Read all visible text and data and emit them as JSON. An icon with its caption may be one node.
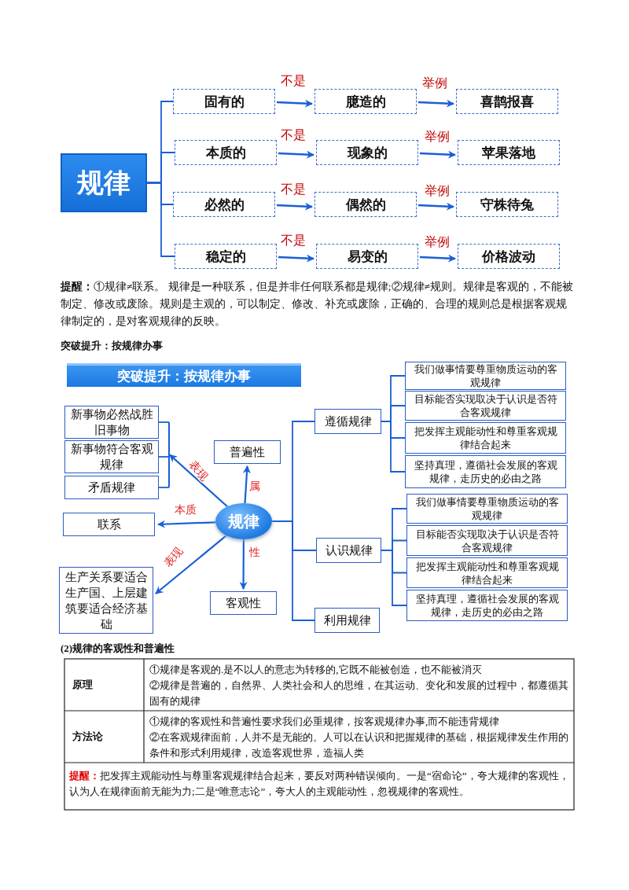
{
  "diagram": {
    "nodes": [
      {
        "text": [
          "规律"
        ]
      },
      {
        "text": [
          "固有的"
        ]
      },
      {
        "text": [
          "臆造的"
        ]
      },
      {
        "text": [
          "喜鹊报喜"
        ]
      },
      {
        "text": [
          "本质的"
        ]
      },
      {
        "text": [
          "现象的"
        ]
      },
      {
        "text": [
          "苹果落地"
        ]
      },
      {
        "text": [
          "必然的"
        ]
      },
      {
        "text": [
          "偶然的"
        ]
      },
      {
        "text": [
          "守株待兔"
        ]
      },
      {
        "text": [
          "稳定的"
        ]
      },
      {
        "text": [
          "易变的"
        ]
      },
      {
        "text": [
          "价格波动"
        ]
      },
      {
        "text": [
          "突破提升：按规律办事"
        ]
      },
      {
        "text": [
          "规律"
        ]
      },
      {
        "text": [
          "新事物必然战胜旧事物"
        ]
      },
      {
        "text": [
          "新事物符合客观规律"
        ]
      },
      {
        "text": [
          "矛盾规律"
        ]
      },
      {
        "text": [
          "联系"
        ]
      },
      {
        "text": [
          "生产关系要适合生产国、上层建筑要适合经济基础"
        ]
      },
      {
        "text": [
          "普遍性"
        ]
      },
      {
        "text": [
          "客观性"
        ]
      },
      {
        "text": [
          "遵循规律"
        ]
      },
      {
        "text": [
          "我们做事情要尊重物质运动的客观规律"
        ]
      },
      {
        "text": [
          "目标能否实现取决于认识是否符合客观规律"
        ]
      },
      {
        "text": [
          "把发挥主观能动性和尊重客观规律结合起来"
        ]
      },
      {
        "text": [
          "坚持真理，遵循社会发展的客观规律，走历史的必由之路"
        ]
      },
      {
        "text": [
          "认识规律"
        ]
      },
      {
        "text": [
          "我们做事情要尊重物质运动的客观规律"
        ]
      },
      {
        "text": [
          "目标能否实现取决于认识是否符合客观规律"
        ]
      },
      {
        "text": [
          "把发挥主观能动性和尊重客观规律结合起来"
        ]
      },
      {
        "text": [
          "坚持真理，遵循社会发展的客观规律，走历史的必由之路"
        ]
      },
      {
        "text": [
          "利用规律"
        ]
      },
      {
        "text": [],
        "shape": "bar"
      }
    ],
    "edges": [
      {
        "from": 0,
        "to": 1,
        "arrow": "none"
      },
      {
        "from": 0,
        "to": 4,
        "arrow": "none"
      },
      {
        "from": 0,
        "to": 7,
        "arrow": "none"
      },
      {
        "from": 0,
        "to": 10,
        "arrow": "none"
      },
      {
        "from": 1,
        "to": 2,
        "arrow": "to",
        "label": "不是"
      },
      {
        "from": 2,
        "to": 3,
        "arrow": "to",
        "label": "举例"
      },
      {
        "from": 4,
        "to": 5,
        "arrow": "to",
        "label": "不是"
      },
      {
        "from": 5,
        "to": 6,
        "arrow": "to",
        "label": "举例"
      },
      {
        "from": 7,
        "to": 8,
        "arrow": "to",
        "label": "不是"
      },
      {
        "from": 8,
        "to": 9,
        "arrow": "to",
        "label": "举例"
      },
      {
        "from": 10,
        "to": 11,
        "arrow": "to",
        "label": "不是"
      },
      {
        "from": 11,
        "to": 12,
        "arrow": "to",
        "label": "举例"
      },
      {
        "from": 14,
        "to": 33,
        "arrow": "to",
        "label": "表现"
      },
      {
        "from": 33,
        "to": 15,
        "arrow": "none"
      },
      {
        "from": 33,
        "to": 16,
        "arrow": "none"
      },
      {
        "from": 14,
        "to": 18,
        "arrow": "to",
        "label": "本质"
      },
      {
        "from": 14,
        "to": 19,
        "arrow": "to",
        "label": "表现"
      },
      {
        "from": 14,
        "to": 20,
        "arrow": "to",
        "label": "属"
      },
      {
        "from": 14,
        "to": 21,
        "arrow": "to",
        "label": "性"
      },
      {
        "from": 14,
        "to": 22,
        "arrow": "none"
      },
      {
        "from": 14,
        "to": 27,
        "arrow": "none"
      },
      {
        "from": 14,
        "to": 32,
        "arrow": "none"
      },
      {
        "from": 22,
        "to": 23,
        "arrow": "none"
      },
      {
        "from": 22,
        "to": 24,
        "arrow": "none"
      },
      {
        "from": 22,
        "to": 25,
        "arrow": "none"
      },
      {
        "from": 22,
        "to": 26,
        "arrow": "none"
      },
      {
        "from": 27,
        "to": 28,
        "arrow": "none"
      },
      {
        "from": 27,
        "to": 29,
        "arrow": "none"
      },
      {
        "from": 27,
        "to": 30,
        "arrow": "none"
      },
      {
        "from": 27,
        "to": 31,
        "arrow": "none"
      },
      {
        "from": 33,
        "to": 17,
        "arrow": "none"
      }
    ],
    "labels": [
      "**提醒：**①规律≠联系。 规律是一种联系，但是并非任何联系都是规律;②规律≠规则。规律是客观的，不能被制定、修改或废除。规则是主观的，可以制定、修改、补充或废除，正确的、合理的规则总是根据客观规律制定的，是对客观规律的反映。",
      "突破提升：按规律办事",
      "(2)规律的客观性和普遍性",
      "原理",
      "①规律是客观的.是不以人的意志为转移的,它既不能被创造，也不能被消灭",
      "②规律是普遍的，自然界、人类社会和人的思维，在其运动、变化和发展的过程中，都遵循其固有的规律",
      "方法论",
      "①规律的客观性和普遍性要求我们必重规律，按客观规律办事,而不能违背规律",
      "②在客观规律面前，人并不是无能的。人可以在认识和把握规律的基础，根据规律发生作用的条件和形式利用规律，改造客观世界，造福人类",
      "**提醒：**把发挥主观能动性与尊重客观规律结合起来，要反对两种错误倾向。一是“宿命论”，夸大规律的客观性，认为人在规律面前无能为力;二是“唯意志论”，夸大人的主观能动性，忽视规律的客观性。"
    ]
  }
}
